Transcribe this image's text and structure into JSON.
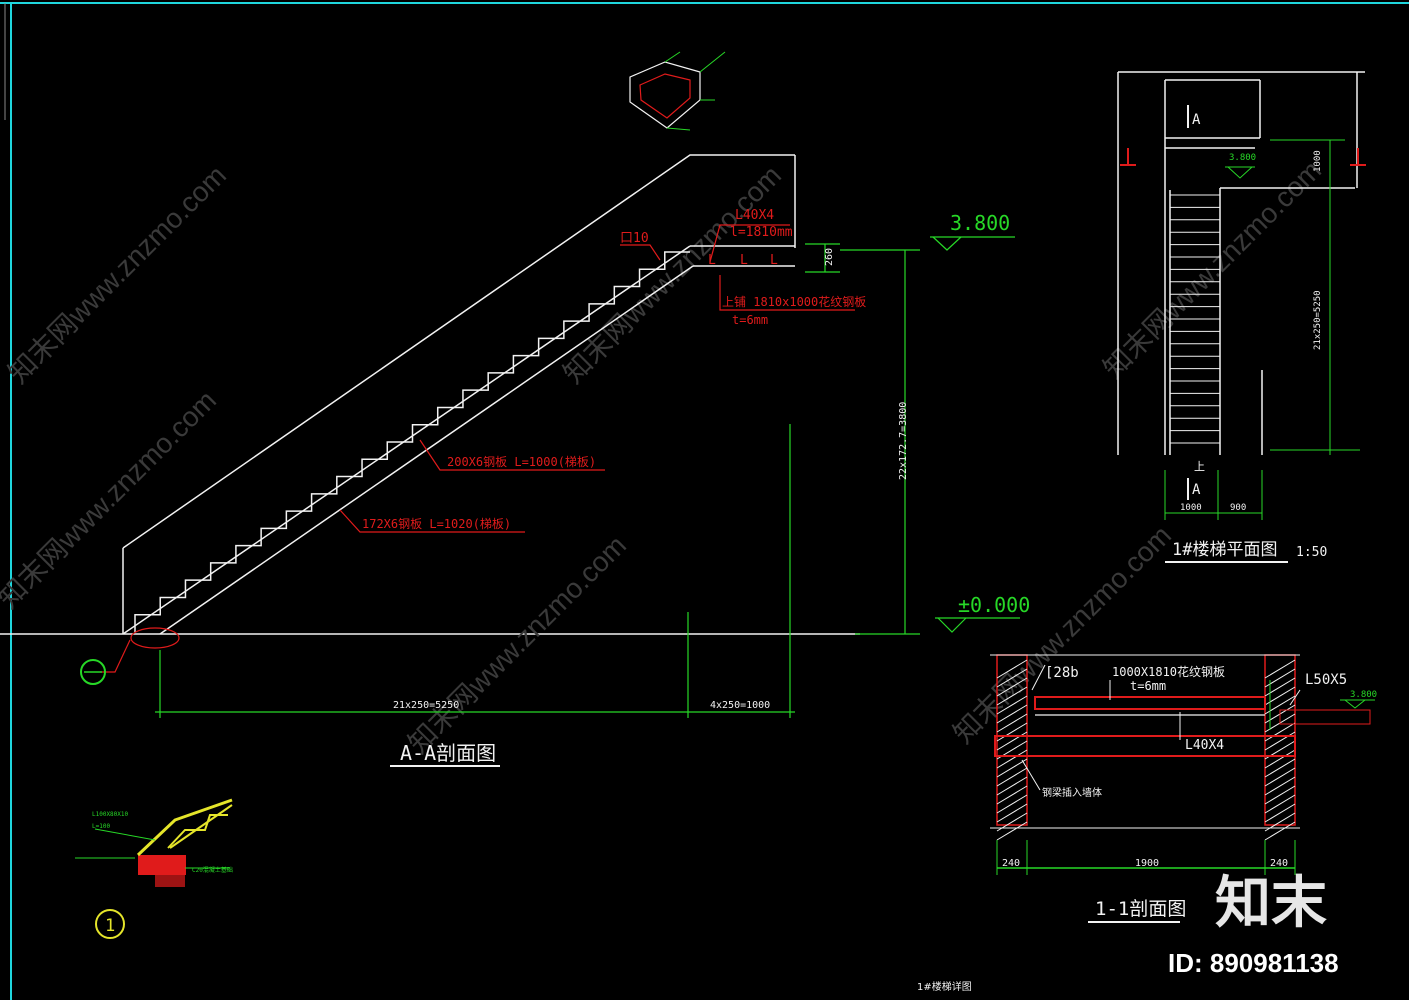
{
  "drawing": {
    "elev_top": "3.800",
    "elev_ground": "±0.000",
    "elev_small": "3.800",
    "label_angle": "L40X4",
    "label_angle_len": "l=1810mm",
    "label_tube": "口10",
    "label_plate": "上铺 1810x1000花纹钢板",
    "label_plate_t": "t=6mm",
    "label_stringer1": "200X6钢板 L=1000(梯板)",
    "label_stringer2": "172X6钢板 L=1020(梯板)",
    "dim_rise_total": "22x172.7=3800",
    "dim_top": "260",
    "dim_run": "21x250=5250",
    "dim_run_extra": "4x250=1000",
    "section_aa": "A-A剖面图",
    "plan_title": "1#楼梯平面图",
    "plan_scale": "1:50",
    "plan_marker_top": "A",
    "plan_marker_bottom": "A",
    "plan_up": "上",
    "plan_dim_1000": "1000",
    "plan_dim_5250": "21x250=5250",
    "plan_dim_w1": "1000",
    "plan_dim_w2": "900",
    "plan_elev": "3.800",
    "sec11_label_channel": "[28b",
    "sec11_label_plate": "1000X1810花纹钢板",
    "sec11_label_t": "t=6mm",
    "sec11_label_l50": "L50X5",
    "sec11_label_l40": "L40X4",
    "sec11_label_embed": "钢梁插入墙体",
    "sec11_dim_240a": "240",
    "sec11_dim_1900": "1900",
    "sec11_dim_240b": "240",
    "sec11_title": "1-1剖面图",
    "detail_label1": "L100X80X10",
    "detail_label2": "L=100",
    "detail_label3": "C20混凝土基础",
    "detail_marker": "1",
    "footer_title": "1#楼梯详图",
    "brand_name": "知末",
    "brand_id": "ID: 890981138",
    "watermark": "知末网www.znzmo.com"
  },
  "colors": {
    "white": "#f2f2f2",
    "green": "#27d827",
    "red": "#e01b1b",
    "yellow": "#e5e52a",
    "cyan": "#1fd6dd"
  }
}
